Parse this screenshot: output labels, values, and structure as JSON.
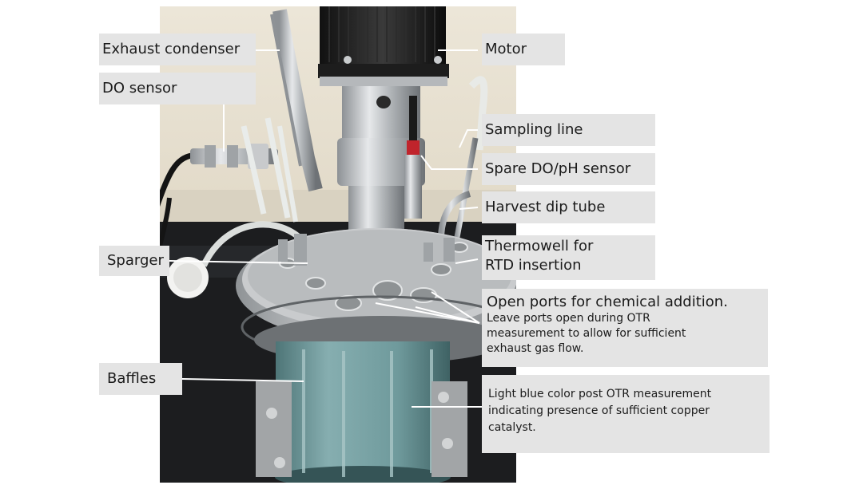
{
  "labels": {
    "exhaust_condenser": "Exhaust condenser",
    "do_sensor": "DO sensor",
    "motor": "Motor",
    "sampling_line": "Sampling line",
    "spare_sensor": "Spare DO/pH sensor",
    "harvest_dip_tube": "Harvest dip tube",
    "thermowell_line1": "Thermowell for",
    "thermowell_line2": "RTD insertion",
    "sparger": "Sparger",
    "open_ports_title": "Open ports for chemical addition.",
    "open_ports_line1": "Leave ports open during OTR",
    "open_ports_line2": "measurement to allow for sufficient",
    "open_ports_line3": "exhaust gas flow.",
    "baffles": "Baffles",
    "color_note_line1": "Light blue color post OTR measurement",
    "color_note_line2": "indicating presence of sufficient copper",
    "color_note_line3": "catalyst."
  },
  "colors": {
    "label_background": "#e4e4e4",
    "leader_line": "#ffffff",
    "vessel_tint": "#6f9a9c",
    "steel": "#b9bcbe"
  }
}
